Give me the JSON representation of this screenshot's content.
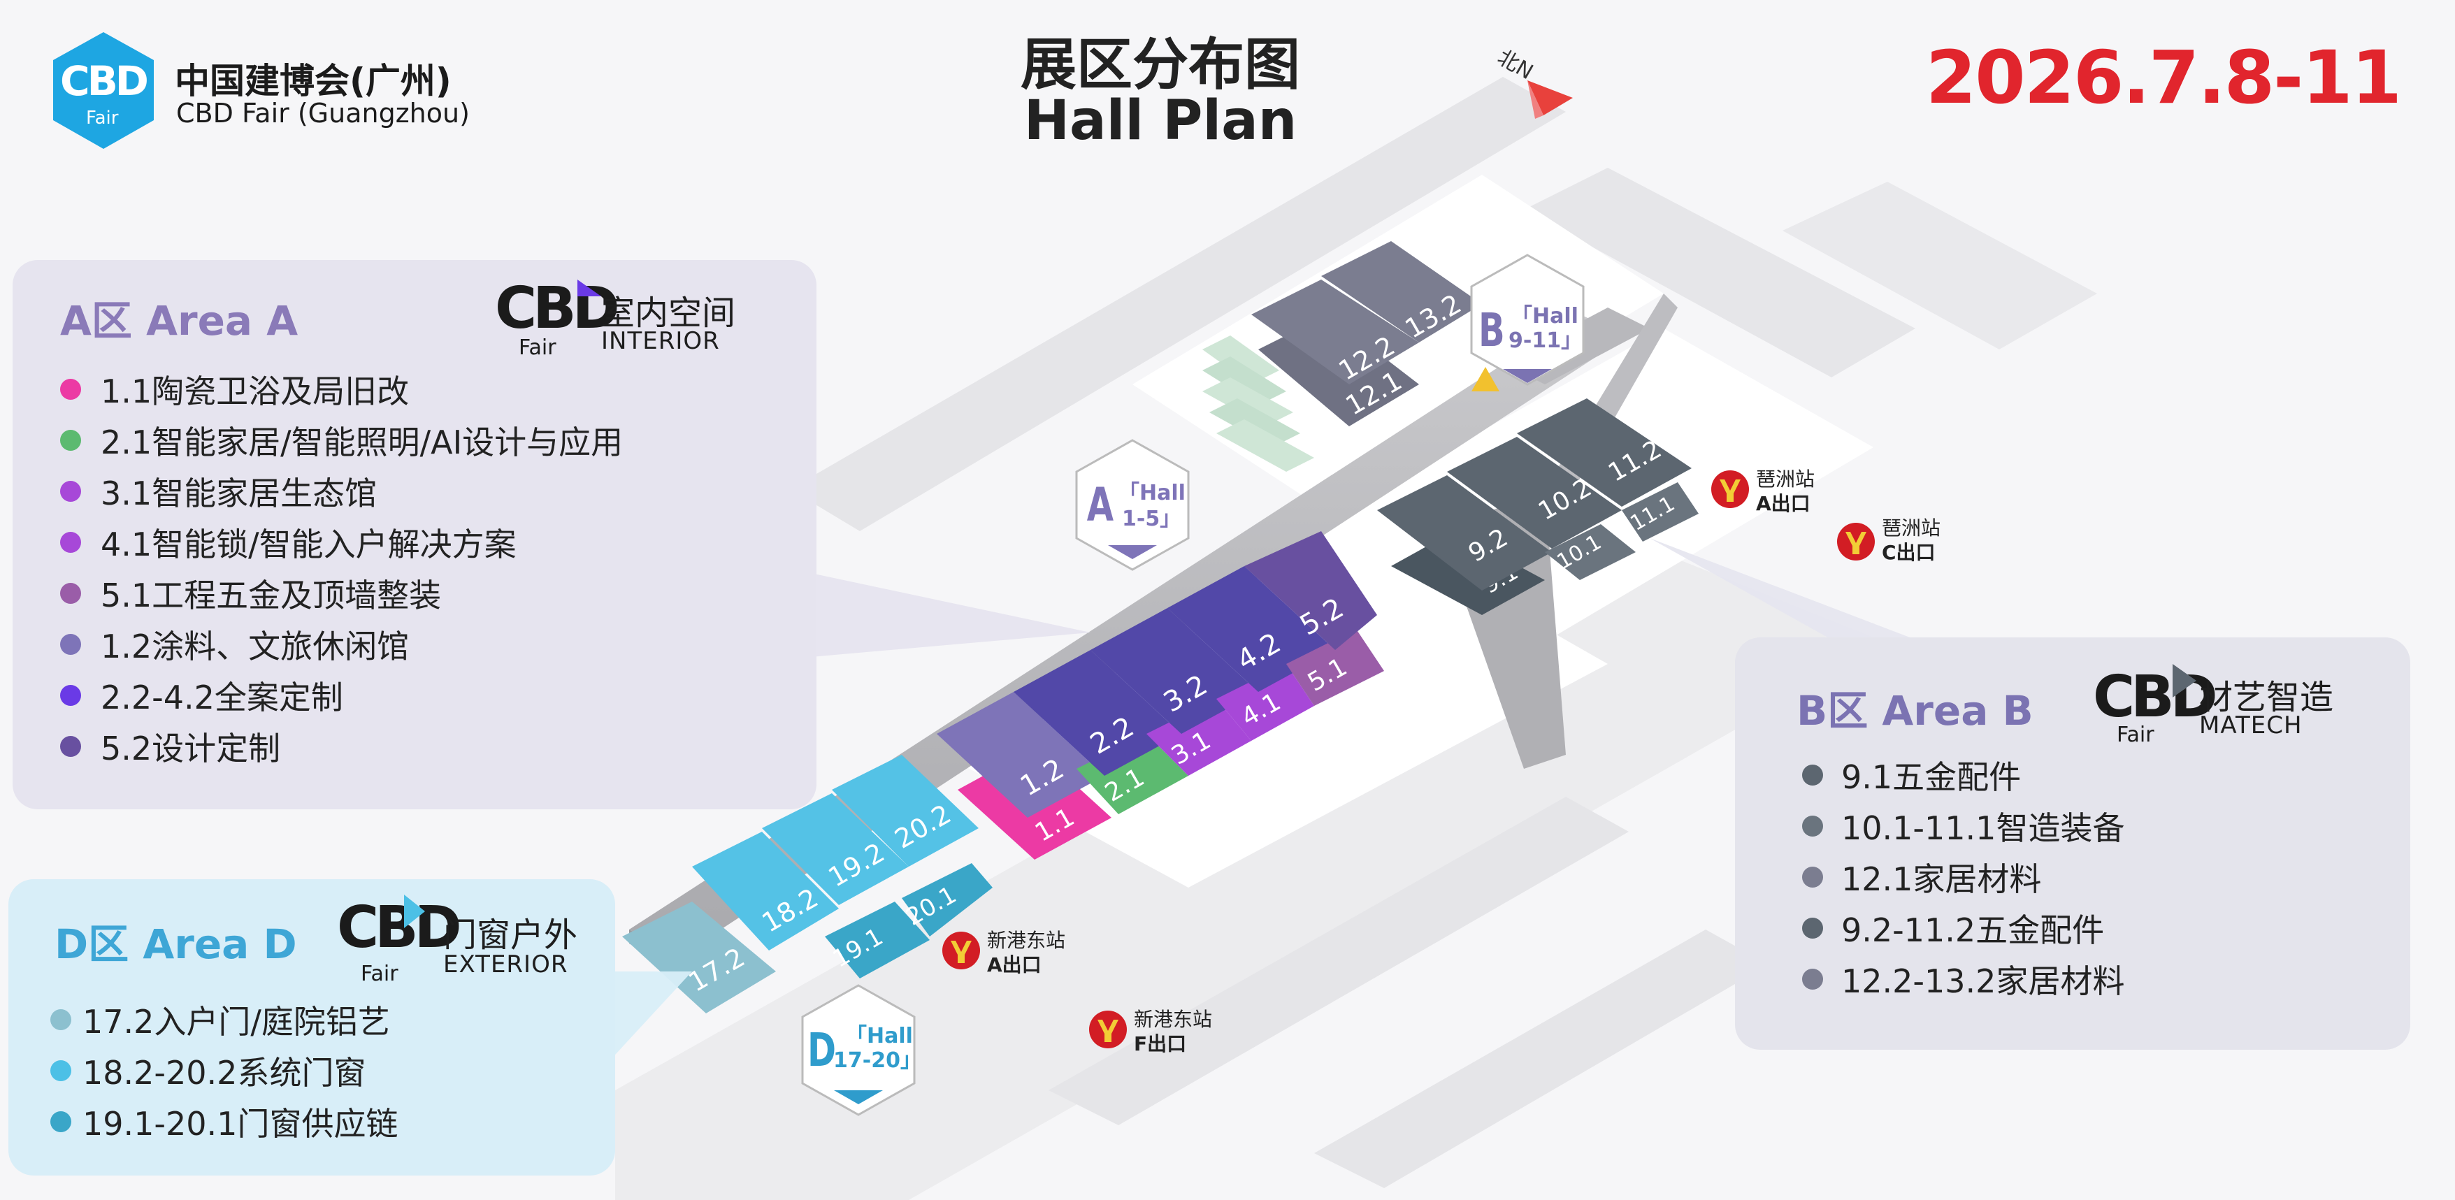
{
  "header": {
    "logo_mark": "CBD",
    "logo_fair": "Fair",
    "org_cn": "中国建博会(广州)",
    "org_en": "CBD Fair (Guangzhou)",
    "title_cn": "展区分布图",
    "title_en": "Hall Plan",
    "dates": "2026.7.8-11",
    "north_label": "北N"
  },
  "colors": {
    "date_red": "#e1252d",
    "logo_blue": "#1ea6e2",
    "area_a_title": "#8a7ab8",
    "area_b_title": "#7b73b2",
    "area_d_title": "#3ea6d6"
  },
  "area_a": {
    "title": "A区 Area A",
    "brand": "CBD",
    "brand_fair": "Fair",
    "zone_cn": "室内空间",
    "zone_en": "INTERIOR",
    "items": [
      {
        "label": "1.1陶瓷卫浴及局旧改",
        "color": "#ec3aa4"
      },
      {
        "label": "2.1智能家居/智能照明/AI设计与应用",
        "color": "#5cba70"
      },
      {
        "label": "3.1智能家居生态馆",
        "color": "#a748d8"
      },
      {
        "label": "4.1智能锁/智能入户解决方案",
        "color": "#a748d8"
      },
      {
        "label": "5.1工程五金及顶墙整装",
        "color": "#9a5da8"
      },
      {
        "label": "1.2涂料、文旅休闲馆",
        "color": "#7e74b8"
      },
      {
        "label": "2.2-4.2全案定制",
        "color": "#6a3ae6"
      },
      {
        "label": "5.2设计定制",
        "color": "#6850a0"
      }
    ]
  },
  "area_b": {
    "title": "B区 Area B",
    "brand": "CBD",
    "brand_fair": "Fair",
    "zone_cn": "材艺智造",
    "zone_en": "MATECH",
    "items": [
      {
        "label": "9.1五金配件",
        "color": "#5c6670"
      },
      {
        "label": "10.1-11.1智造装备",
        "color": "#6a747e"
      },
      {
        "label": "12.1家居材料",
        "color": "#7b7d90"
      },
      {
        "label": "9.2-11.2五金配件",
        "color": "#5c6670"
      },
      {
        "label": "12.2-13.2家居材料",
        "color": "#7b7d90"
      }
    ]
  },
  "area_d": {
    "title": "D区 Area D",
    "brand": "CBD",
    "brand_fair": "Fair",
    "zone_cn": "门窗户外",
    "zone_en": "EXTERIOR",
    "items": [
      {
        "label": "17.2入户门/庭院铝艺",
        "color": "#8cc0cf"
      },
      {
        "label": "18.2-20.2系统门窗",
        "color": "#4cc0e6"
      },
      {
        "label": "19.1-20.1门窗供应链",
        "color": "#3aa6c8"
      }
    ]
  },
  "markers": {
    "a": {
      "letter": "A",
      "hall": "「Hall",
      "range": "1-5」"
    },
    "b": {
      "letter": "B",
      "hall": "「Hall",
      "range": "9-11」"
    },
    "d": {
      "letter": "D",
      "hall": "「Hall",
      "range": "17-20」"
    }
  },
  "stations": [
    {
      "name": "琶洲站",
      "exit": "A出口"
    },
    {
      "name": "琶洲站",
      "exit": "C出口"
    },
    {
      "name": "新港东站",
      "exit": "A出口"
    },
    {
      "name": "新港东站",
      "exit": "F出口"
    }
  ],
  "halls": {
    "h11": "1.1",
    "h12": "1.2",
    "h21": "2.1",
    "h22": "2.2",
    "h31": "3.1",
    "h32": "3.2",
    "h41": "4.1",
    "h42": "4.2",
    "h51": "5.1",
    "h52": "5.2",
    "h91": "9.1",
    "h92": "9.2",
    "h101": "10.1",
    "h102": "10.2",
    "h111": "11.1",
    "h112": "11.2",
    "h121": "12.1",
    "h122": "12.2",
    "h132": "13.2",
    "h172": "17.2",
    "h182": "18.2",
    "h191": "19.1",
    "h192": "19.2",
    "h201": "20.1",
    "h202": "20.2"
  }
}
